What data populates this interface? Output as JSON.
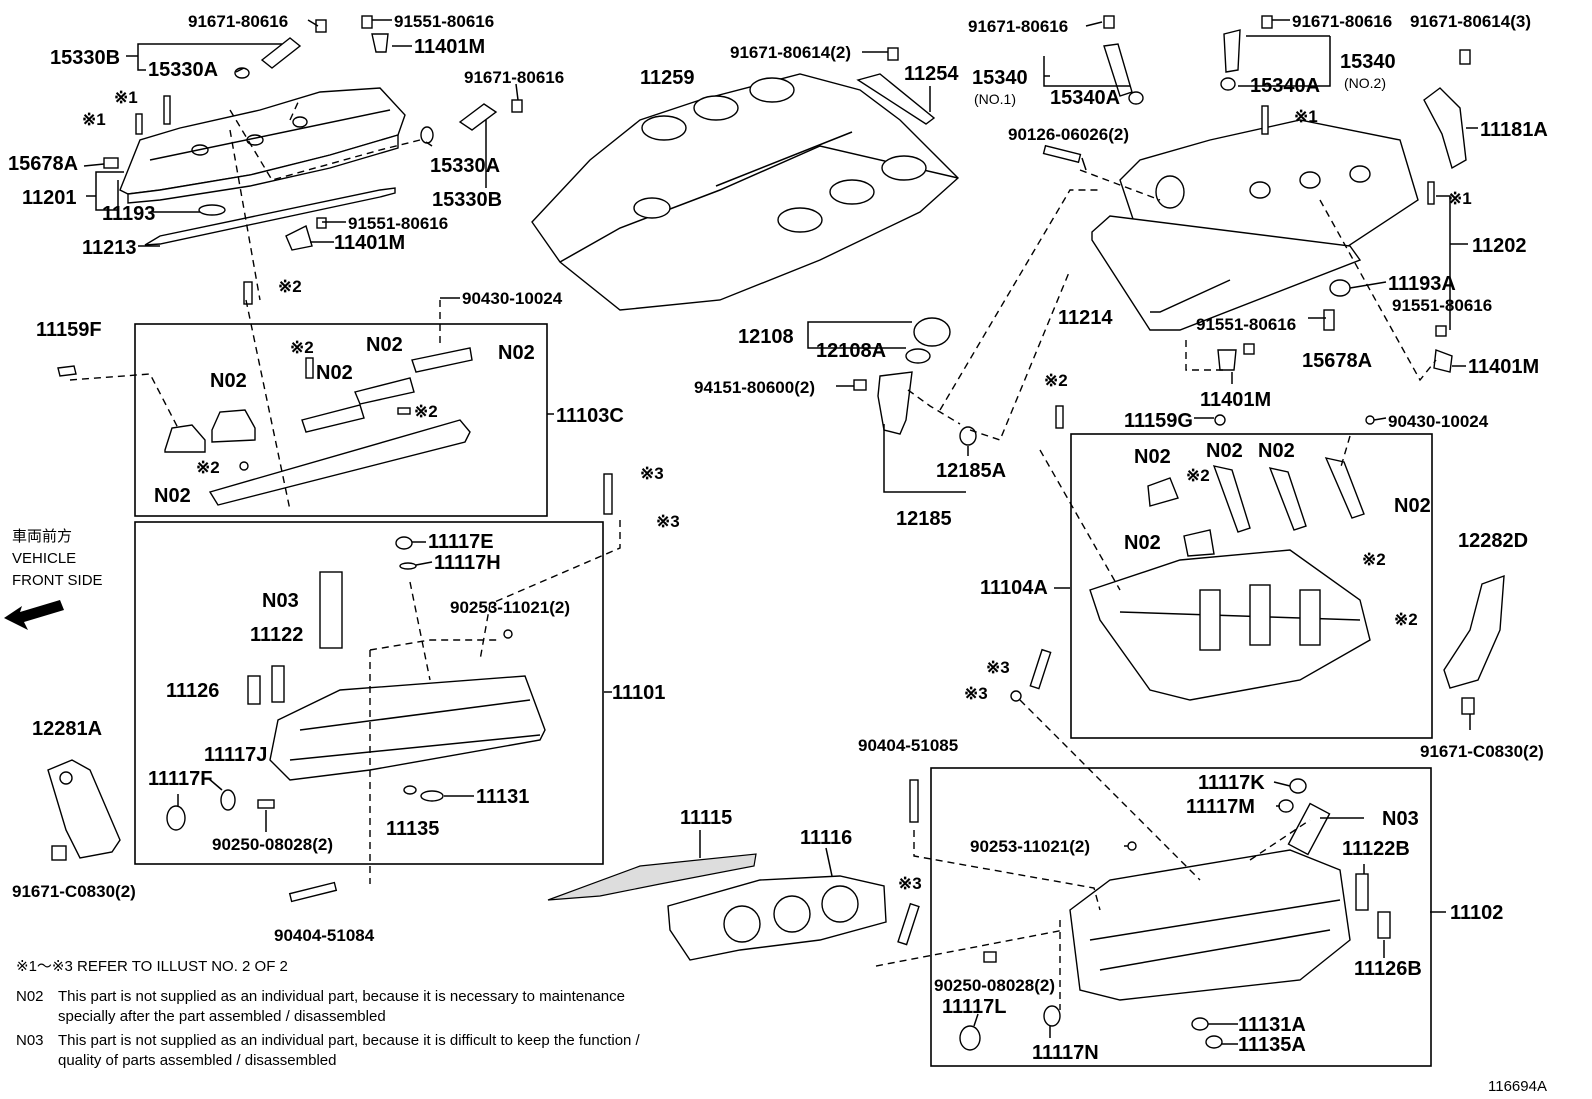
{
  "labels": {
    "l91671_80616_a": "91671-80616",
    "l91551_80616_a": "91551-80616",
    "l15330B_a": "15330B",
    "l15330A_a": "15330A",
    "l11401M_a": "11401M",
    "l91671_80616_b": "91671-80616",
    "l15330A_b": "15330A",
    "l15330B_b": "15330B",
    "l15678A_a": "15678A",
    "l11201": "11201",
    "l11193": "11193",
    "l11213": "11213",
    "l91551_80616_b": "91551-80616",
    "l11401M_b": "11401M",
    "l90430_10024_a": "90430-10024",
    "l11159F": "11159F",
    "l11103C": "11103C",
    "l11117E": "11117E",
    "l11117H": "11117H",
    "l90253_11021_a": "90253-11021(2)",
    "lN03_a": "N03",
    "l11122": "11122",
    "l11126": "11126",
    "l11101": "11101",
    "l11117J": "11117J",
    "l11117F": "11117F",
    "l11131": "11131",
    "l11135": "11135",
    "l90250_08028_a": "90250-08028(2)",
    "l12281A": "12281A",
    "l91671_C0830_a": "91671-C0830(2)",
    "l90404_51084": "90404-51084",
    "l91671_80614": "91671-80614(2)",
    "l11259": "11259",
    "l11254": "11254",
    "l12108": "12108",
    "l12108A": "12108A",
    "l94151_80600": "94151-80600(2)",
    "l12185A": "12185A",
    "l12185": "12185",
    "l91671_80616_c": "91671-80616",
    "l91671_80616_d": "91671-80616",
    "l91671_80614_3": "91671-80614(3)",
    "l15340_a": "15340",
    "l15340_no1": "(NO.1)",
    "l15340A_a": "15340A",
    "l15340_b": "15340",
    "l15340_no2": "(NO.2)",
    "l15340A_b": "15340A",
    "l11181A": "11181A",
    "l90126_06026": "90126-06026(2)",
    "l11202": "11202",
    "l11193A": "11193A",
    "l91551_80616_c": "91551-80616",
    "l11214": "11214",
    "l91551_80616_d": "91551-80616",
    "l15678A_b": "15678A",
    "l11401M_c": "11401M",
    "l11401M_d": "11401M",
    "l11159G": "11159G",
    "l90430_10024_b": "90430-10024",
    "l11104A": "11104A",
    "l12282D": "12282D",
    "l91671_C0830_b": "91671-C0830(2)",
    "l90404_51085": "90404-51085",
    "l11117K": "11117K",
    "l11117M": "11117M",
    "lN03_b": "N03",
    "l11122B": "11122B",
    "l90253_11021_b": "90253-11021(2)",
    "l11102": "11102",
    "l11126B": "11126B",
    "l11115": "11115",
    "l11116": "11116",
    "l90250_08028_b": "90250-08028(2)",
    "l11117L": "11117L",
    "l11117N": "11117N",
    "l11131A": "11131A",
    "l11135A": "11135A",
    "n02": "N02",
    "ref1": "※1",
    "ref2": "※2",
    "ref3": "※3"
  },
  "vehicle_front": {
    "jp": "車両前方",
    "line1": "VEHICLE",
    "line2": "FRONT SIDE"
  },
  "notes": {
    "ref_line": "※1～※3  REFER TO ILLUST NO. 2 OF 2",
    "n02_code": "N02",
    "n02_line1": "This part is not supplied as an individual part, because it is necessary to maintenance",
    "n02_line2": "specially after the part assembled / disassembled",
    "n03_code": "N03",
    "n03_line1": "This part is not supplied as an individual part, because it is difficult to keep the function /",
    "n03_line2": "quality of parts  assembled / disassembled"
  },
  "illustration_id": "116694A"
}
